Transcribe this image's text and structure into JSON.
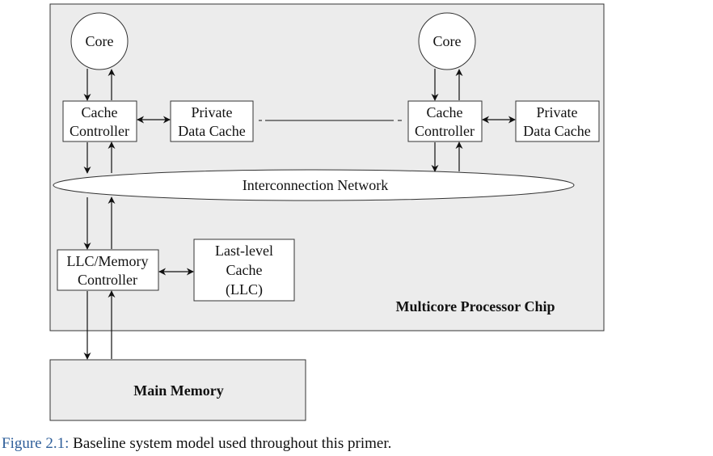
{
  "diagram": {
    "chip_label": "Multicore Processor Chip",
    "cores": [
      {
        "core": "Core",
        "cc_line1": "Cache",
        "cc_line2": "Controller",
        "pdc_line1": "Private",
        "pdc_line2": "Data Cache"
      },
      {
        "core": "Core",
        "cc_line1": "Cache",
        "cc_line2": "Controller",
        "pdc_line1": "Private",
        "pdc_line2": "Data Cache"
      }
    ],
    "interconnect": "Interconnection Network",
    "llc_controller_line1": "LLC/Memory",
    "llc_controller_line2": "Controller",
    "llc_line1": "Last-level",
    "llc_line2": "Cache",
    "llc_line3": "(LLC)",
    "main_memory": "Main Memory"
  },
  "caption": {
    "label": "Figure 2.1:",
    "text": "Baseline system model used throughout this primer."
  }
}
